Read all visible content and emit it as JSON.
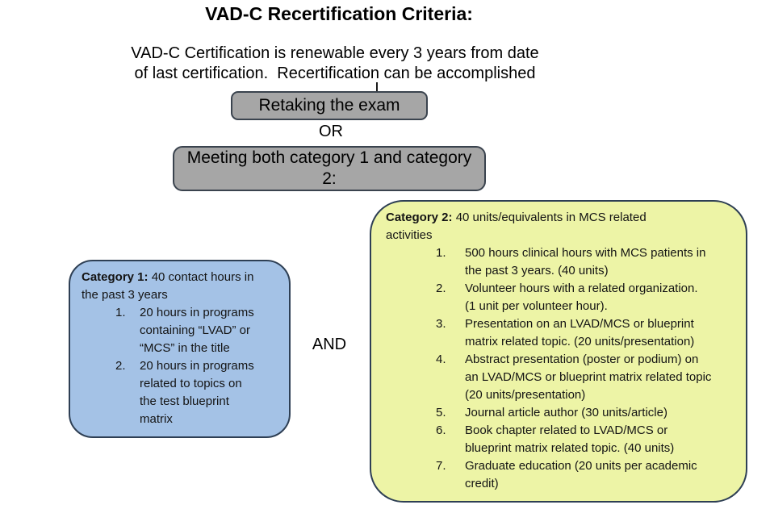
{
  "page": {
    "title": "VAD-C Recertification Criteria:",
    "intro_line1": "VAD-C Certification is renewable every 3 years from date",
    "intro_line2": "of last certification.  Recertification can be accomplished",
    "or_label": "OR",
    "and_label": "AND"
  },
  "boxes": {
    "retake": {
      "label": "Retaking the exam"
    },
    "meeting": {
      "label": "Meeting both category 1 and category 2:"
    },
    "category1": {
      "heading_bold": "Category 1:",
      "heading_rest": " 40 contact hours in the past 3 years",
      "items": [
        {
          "num": "1.",
          "text": "20 hours in programs containing “LVAD” or “MCS” in the title"
        },
        {
          "num": "2.",
          "text": "20 hours in programs related to topics on the test blueprint matrix"
        }
      ]
    },
    "category2": {
      "heading_bold": "Category 2:",
      "heading_rest": " 40 units/equivalents in MCS related activities",
      "items": [
        {
          "num": "1.",
          "text": "500 hours clinical hours with MCS patients in the past 3 years. (40 units)"
        },
        {
          "num": "2.",
          "text": "Volunteer hours with a related organization. (1 unit per volunteer hour)."
        },
        {
          "num": "3.",
          "text": "Presentation on an LVAD/MCS or blueprint matrix related topic. (20 units/presentation)"
        },
        {
          "num": "4.",
          "text": "Abstract presentation (poster or podium) on an LVAD/MCS or blueprint matrix related topic (20 units/presentation)"
        },
        {
          "num": "5.",
          "text": "Journal article author (30 units/article)"
        },
        {
          "num": "6.",
          "text": "Book chapter related to LVAD/MCS or blueprint matrix related topic. (40 units)"
        },
        {
          "num": "7.",
          "text": "Graduate education (20 units per academic credit)"
        }
      ]
    }
  },
  "colors": {
    "background": "#ffffff",
    "gray_box_fill": "#a6a6a6",
    "gray_box_border": "#3a434e",
    "category1_fill": "#a4c2e6",
    "category2_fill": "#edf4a6",
    "category_border": "#2e3f54",
    "text": "#000000"
  }
}
